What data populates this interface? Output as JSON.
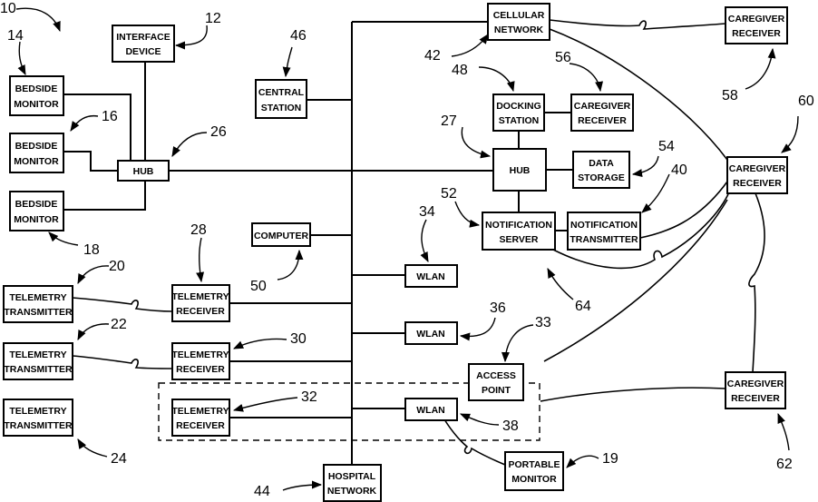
{
  "boxes": {
    "interface_device": [
      "INTERFACE",
      "DEVICE"
    ],
    "bedside_monitor_1": [
      "BEDSIDE",
      "MONITOR"
    ],
    "bedside_monitor_2": [
      "BEDSIDE",
      "MONITOR"
    ],
    "bedside_monitor_3": [
      "BEDSIDE",
      "MONITOR"
    ],
    "hub_left": [
      "HUB"
    ],
    "central_station": [
      "CENTRAL",
      "STATION"
    ],
    "computer": [
      "COMPUTER"
    ],
    "cellular_network": [
      "CELLULAR",
      "NETWORK"
    ],
    "docking_station": [
      "DOCKING",
      "STATION"
    ],
    "caregiver_receiver_dock": [
      "CAREGIVER",
      "RECEIVER"
    ],
    "hub_right": [
      "HUB"
    ],
    "data_storage": [
      "DATA",
      "STORAGE"
    ],
    "notification_server": [
      "NOTIFICATION",
      "SERVER"
    ],
    "notification_transmitter": [
      "NOTIFICATION",
      "TRANSMITTER"
    ],
    "caregiver_receiver_58": [
      "CAREGIVER",
      "RECEIVER"
    ],
    "caregiver_receiver_60": [
      "CAREGIVER",
      "RECEIVER"
    ],
    "caregiver_receiver_62": [
      "CAREGIVER",
      "RECEIVER"
    ],
    "telemetry_transmitter_1": [
      "TELEMETRY",
      "TRANSMITTER"
    ],
    "telemetry_transmitter_2": [
      "TELEMETRY",
      "TRANSMITTER"
    ],
    "telemetry_transmitter_3": [
      "TELEMETRY",
      "TRANSMITTER"
    ],
    "telemetry_receiver_1": [
      "TELEMETRY",
      "RECEIVER"
    ],
    "telemetry_receiver_2": [
      "TELEMETRY",
      "RECEIVER"
    ],
    "telemetry_receiver_3": [
      "TELEMETRY",
      "RECEIVER"
    ],
    "wlan_1": [
      "WLAN"
    ],
    "wlan_2": [
      "WLAN"
    ],
    "wlan_3": [
      "WLAN"
    ],
    "access_point": [
      "ACCESS",
      "POINT"
    ],
    "portable_monitor": [
      "PORTABLE",
      "MONITOR"
    ],
    "hospital_network": [
      "HOSPITAL",
      "NETWORK"
    ]
  },
  "refs": {
    "r10": "10",
    "r12": "12",
    "r14": "14",
    "r16": "16",
    "r18": "18",
    "r19": "19",
    "r20": "20",
    "r22": "22",
    "r24": "24",
    "r26": "26",
    "r27": "27",
    "r28": "28",
    "r30": "30",
    "r32": "32",
    "r33": "33",
    "r34": "34",
    "r36": "36",
    "r38": "38",
    "r40": "40",
    "r42": "42",
    "r44": "44",
    "r46": "46",
    "r48": "48",
    "r50": "50",
    "r52": "52",
    "r54": "54",
    "r56": "56",
    "r58": "58",
    "r60": "60",
    "r62": "62",
    "r64": "64"
  }
}
